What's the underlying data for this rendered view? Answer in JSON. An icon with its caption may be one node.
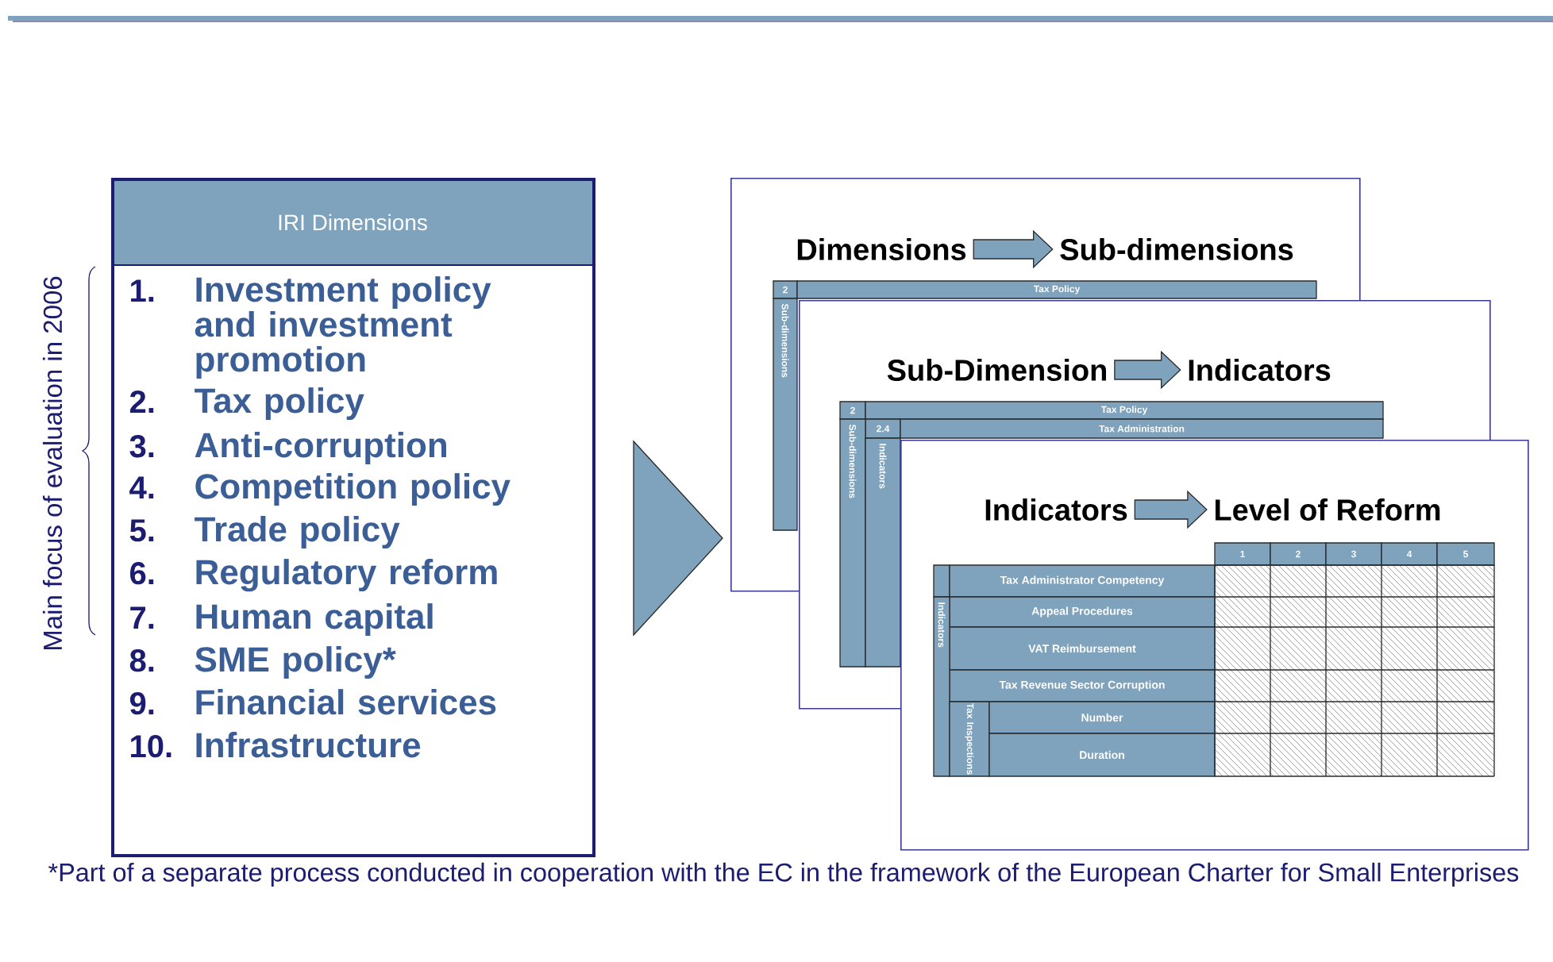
{
  "diagram": {
    "nodes": [
      {
        "text": [
          "IRI Dimensions",
          "1.",
          "Investment policy and investment promotion",
          "2.",
          "Tax policy",
          "3.",
          "Anti-corruption",
          "4.",
          "Competition policy",
          "5.",
          "Trade policy",
          "6.",
          "Regulatory reform",
          "7.",
          "Human capital",
          "8.",
          "SME policy*",
          "9.",
          "Financial services",
          "10.",
          "Infrastructure"
        ]
      },
      {
        "text": [],
        "shape": "box"
      },
      {
        "text": [
          "Dimensions"
        ],
        "in": 1
      },
      {
        "text": [
          "Sub-dimensions"
        ],
        "in": 1
      },
      {
        "text": [],
        "shape": "box"
      },
      {
        "text": [
          "Sub-Dimension"
        ]
      },
      {
        "text": [
          "Indicators"
        ]
      },
      {
        "text": [],
        "shape": "box"
      },
      {
        "text": [
          "Indicators"
        ]
      },
      {
        "text": [
          "Level of Reform"
        ]
      }
    ],
    "edges": [
      {
        "from": 0,
        "to": 1,
        "arrow": "to"
      },
      {
        "from": 2,
        "to": 3,
        "arrow": "to"
      },
      {
        "from": 5,
        "to": 6,
        "arrow": "to"
      },
      {
        "from": 8,
        "to": 9,
        "arrow": "to"
      }
    ],
    "labels": [
      "Main focus of evaluation in 2006",
      "2",
      "Tax Policy",
      "Sub-dimensions",
      "2",
      "Tax Policy",
      "2.4",
      "Tax Administration",
      "Sub-dimensions",
      "Indicators",
      "1",
      "2",
      "3",
      "4",
      "5",
      "Tax Administrator Competency",
      "Appeal Procedures",
      "VAT Reimbursement",
      "Tax Revenue Sector Corruption",
      "Indicators",
      "Tax Inspections",
      "Number",
      "Duration",
      "*Part of a separate process conducted in cooperation with the EC in the framework of the European Charter for Small Enterprises"
    ]
  }
}
